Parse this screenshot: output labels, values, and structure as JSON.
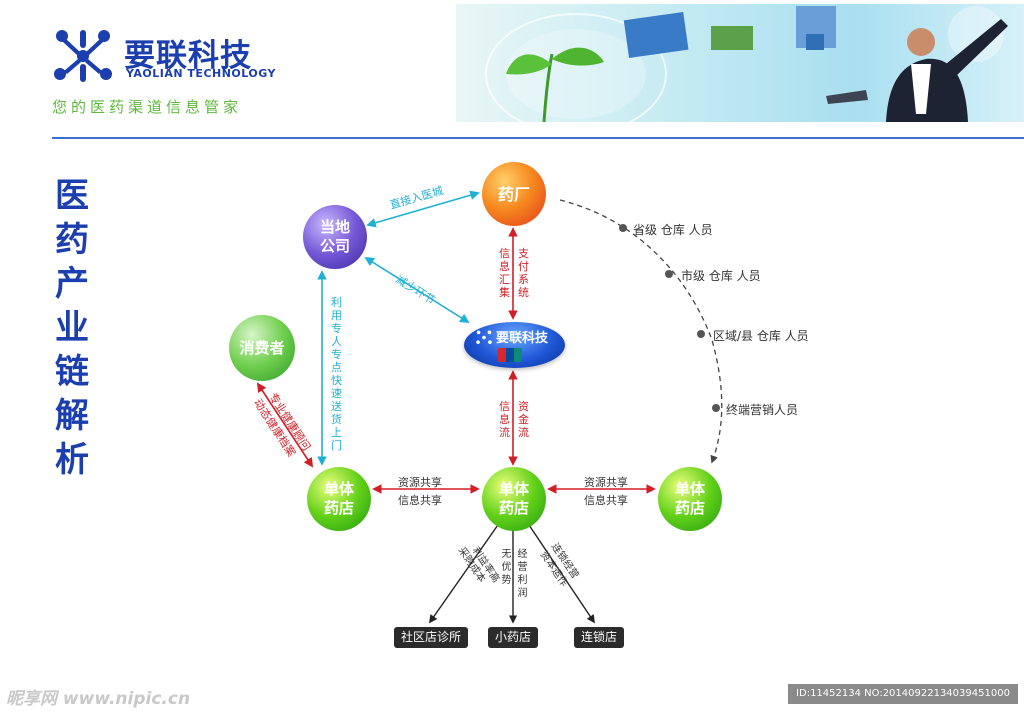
{
  "header": {
    "brand_cn": "要联科技",
    "brand_en": "YAOLIAN TECHNOLOGY",
    "slogan": "您的医药渠道信息管家"
  },
  "side_title": "医药产业链解析",
  "nodes": {
    "pharma": "药厂",
    "local_company": [
      "当地",
      "公司"
    ],
    "consumer": "消费者",
    "hub": "要联科技",
    "store": [
      "单体",
      "药店"
    ]
  },
  "edges": {
    "local_pharma": "直接入医城",
    "local_hub": "减少环节",
    "local_store_vertical": "利用专人专点快速送货上门",
    "pharma_hub_left": "信息汇集",
    "pharma_hub_right": "支付系统",
    "hub_store_left": "信息流",
    "hub_store_right": "资金流",
    "consumer_store_a": "专业健康顾问",
    "consumer_store_b": "动态健康档案",
    "store_link_top": "资源共享",
    "store_link_bottom": "信息共享",
    "branch1_a": "采购成本",
    "branch1_b": "利益率高",
    "branch2_a": "无优势",
    "branch2_b": "经营利润",
    "branch3_a": "连锁经营",
    "branch3_b": "资本运作"
  },
  "chain_levels": [
    "省级 仓库 人员",
    "市级 仓库 人员",
    "区域/县 仓库 人员",
    "终端营销人员"
  ],
  "outcomes": [
    "社区店诊所",
    "小药店",
    "连锁店"
  ],
  "footer": {
    "watermark": "昵享网 www.nipic.cn",
    "id_text": "ID:11452134 NO:20140922134039451000"
  },
  "colors": {
    "brand_blue": "#1b3fae",
    "slogan_green": "#5db83a",
    "arrow_red": "#d01f26",
    "arrow_cyan": "#1fb0d6"
  }
}
